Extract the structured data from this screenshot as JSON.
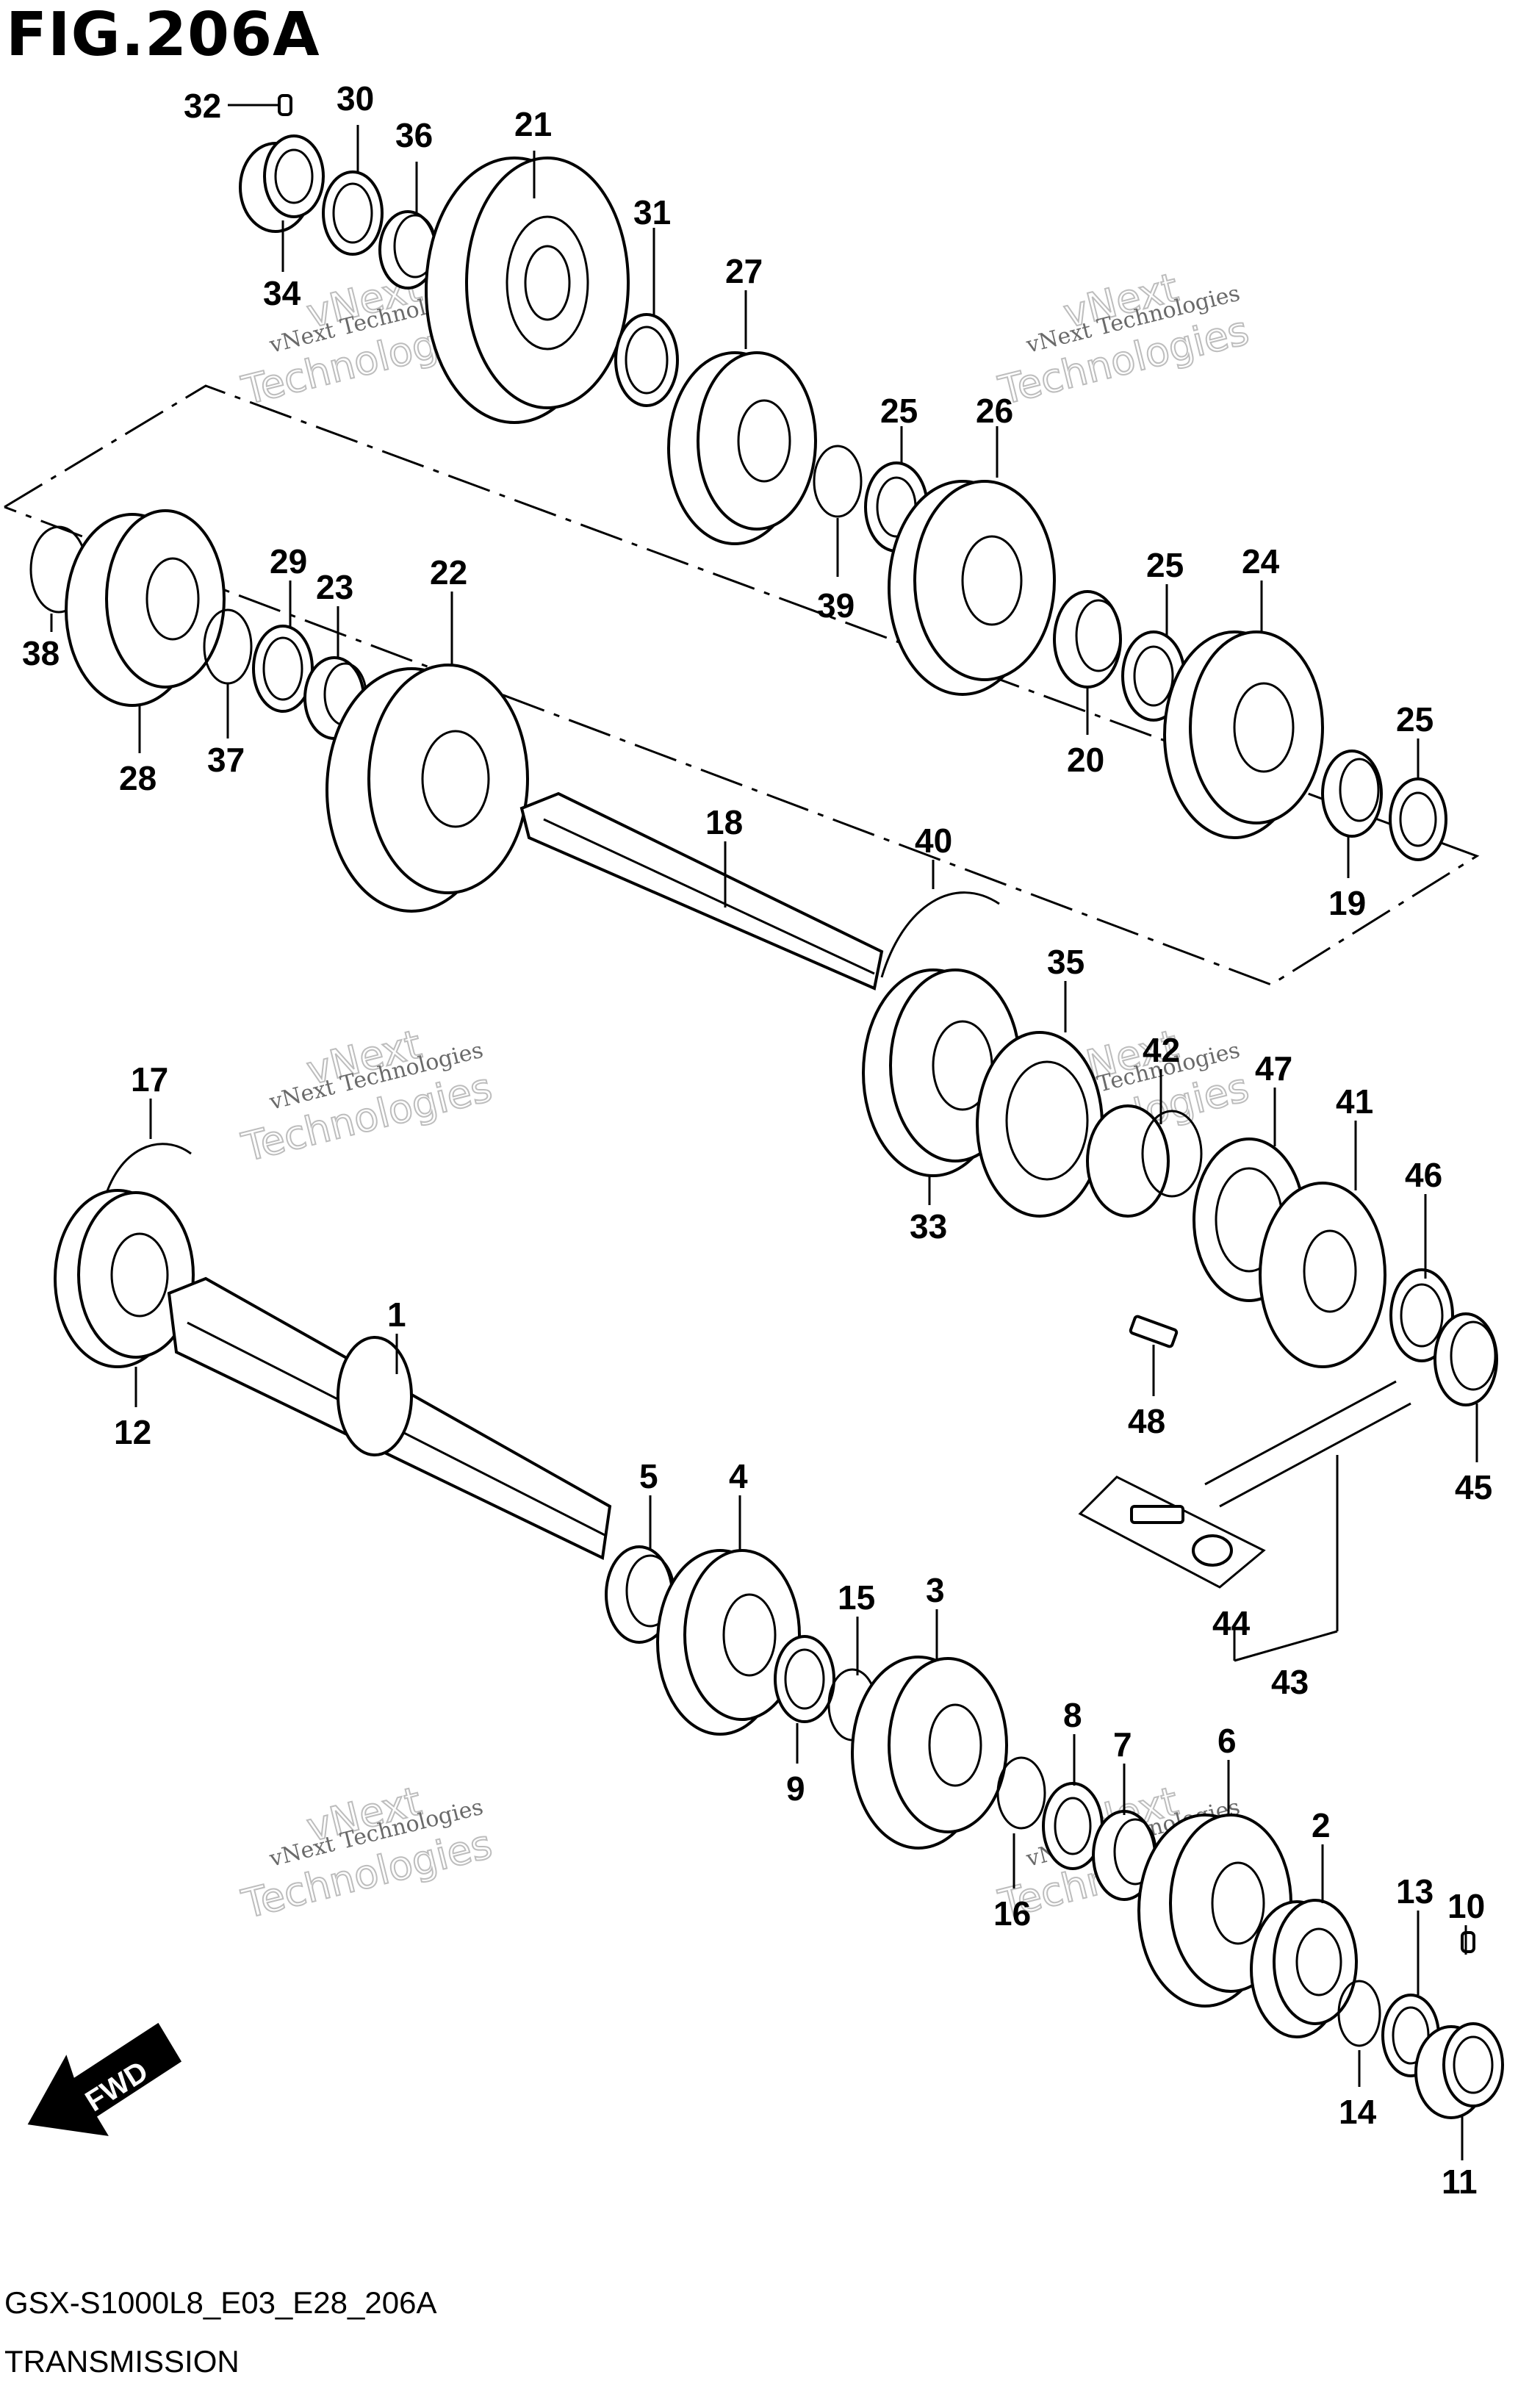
{
  "title": "FIG.206A",
  "footer": {
    "code": "GSX-S1000L8_E03_E28_206A",
    "name": "TRANSMISSION"
  },
  "watermark": {
    "line1": "vNext Technologies",
    "line2": "vNext",
    "line3": "Technologies"
  },
  "fwd_label": "FWD",
  "callouts": {
    "c1": "1",
    "c2": "2",
    "c3": "3",
    "c4": "4",
    "c5": "5",
    "c6": "6",
    "c7": "7",
    "c8": "8",
    "c9": "9",
    "c10": "10",
    "c11": "11",
    "c12": "12",
    "c13": "13",
    "c14": "14",
    "c15": "15",
    "c16": "16",
    "c17": "17",
    "c18": "18",
    "c19": "19",
    "c20": "20",
    "c21": "21",
    "c22": "22",
    "c23": "23",
    "c24": "24",
    "c25a": "25",
    "c25b": "25",
    "c25c": "25",
    "c26": "26",
    "c27": "27",
    "c28": "28",
    "c29": "29",
    "c30": "30",
    "c31": "31",
    "c32": "32",
    "c33": "33",
    "c34": "34",
    "c35": "35",
    "c36": "36",
    "c37": "37",
    "c38": "38",
    "c39": "39",
    "c40": "40",
    "c41": "41",
    "c42": "42",
    "c43": "43",
    "c44": "44",
    "c45": "45",
    "c46": "46",
    "c47": "47",
    "c48": "48"
  }
}
